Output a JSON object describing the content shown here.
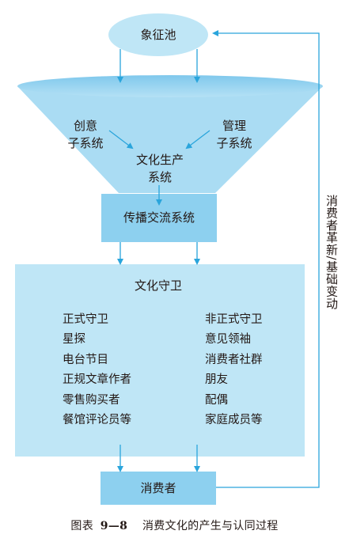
{
  "symbol_pool": "象征池",
  "creative_subsystem": [
    "创意",
    "子系统"
  ],
  "management_subsystem": [
    "管理",
    "子系统"
  ],
  "cultural_production_system": [
    "文化生产",
    "系统"
  ],
  "communication_system": "传播交流系统",
  "cultural_gatekeepers": {
    "title": "文化守卫",
    "formal": [
      "正式守卫",
      "星探",
      "电台节目",
      "正规文章作者",
      "零售购买者",
      "餐馆评论员等"
    ],
    "informal": [
      "非正式守卫",
      "意见领袖",
      "消费者社群",
      "朋友",
      "配偶",
      "家庭成员等"
    ]
  },
  "consumer": "消费者",
  "feedback_label": "消费者革新/基础变动",
  "caption": {
    "prefix": "图表",
    "number": "9—8",
    "text": "消费文化的产生与认同过程"
  },
  "colors": {
    "light_blue": "#bfe6f6",
    "mid_blue": "#8dd0ef",
    "funnel_blue": "#aadcf3",
    "arrow": "#2aa5dc",
    "text": "#231815"
  }
}
